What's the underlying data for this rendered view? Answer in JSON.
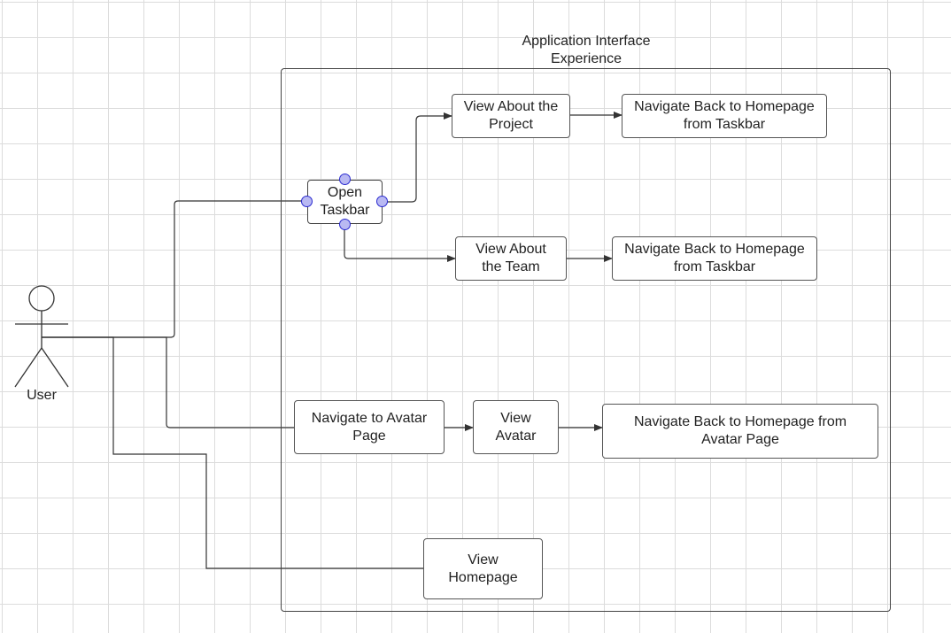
{
  "diagram": {
    "type": "use-case",
    "boundary": {
      "title": "Application Interface\nExperience"
    },
    "actor": {
      "label": "User"
    },
    "nodes": {
      "open_taskbar": "Open\nTaskbar",
      "view_about_project": "View About the\nProject",
      "navigate_back_taskbar_1": "Navigate Back to Homepage\nfrom Taskbar",
      "view_about_team": "View About\nthe Team",
      "navigate_back_taskbar_2": "Navigate Back to Homepage\nfrom Taskbar",
      "navigate_avatar_page": "Navigate to Avatar\nPage",
      "view_avatar": "View\nAvatar",
      "navigate_back_avatar": "Navigate Back to Homepage from\nAvatar Page",
      "view_homepage": "View\nHomepage"
    },
    "colors": {
      "line": "#333333",
      "grid": "#dcdcdc",
      "handle_fill": "#b9b9f2",
      "handle_stroke": "#2a2ad0"
    }
  }
}
